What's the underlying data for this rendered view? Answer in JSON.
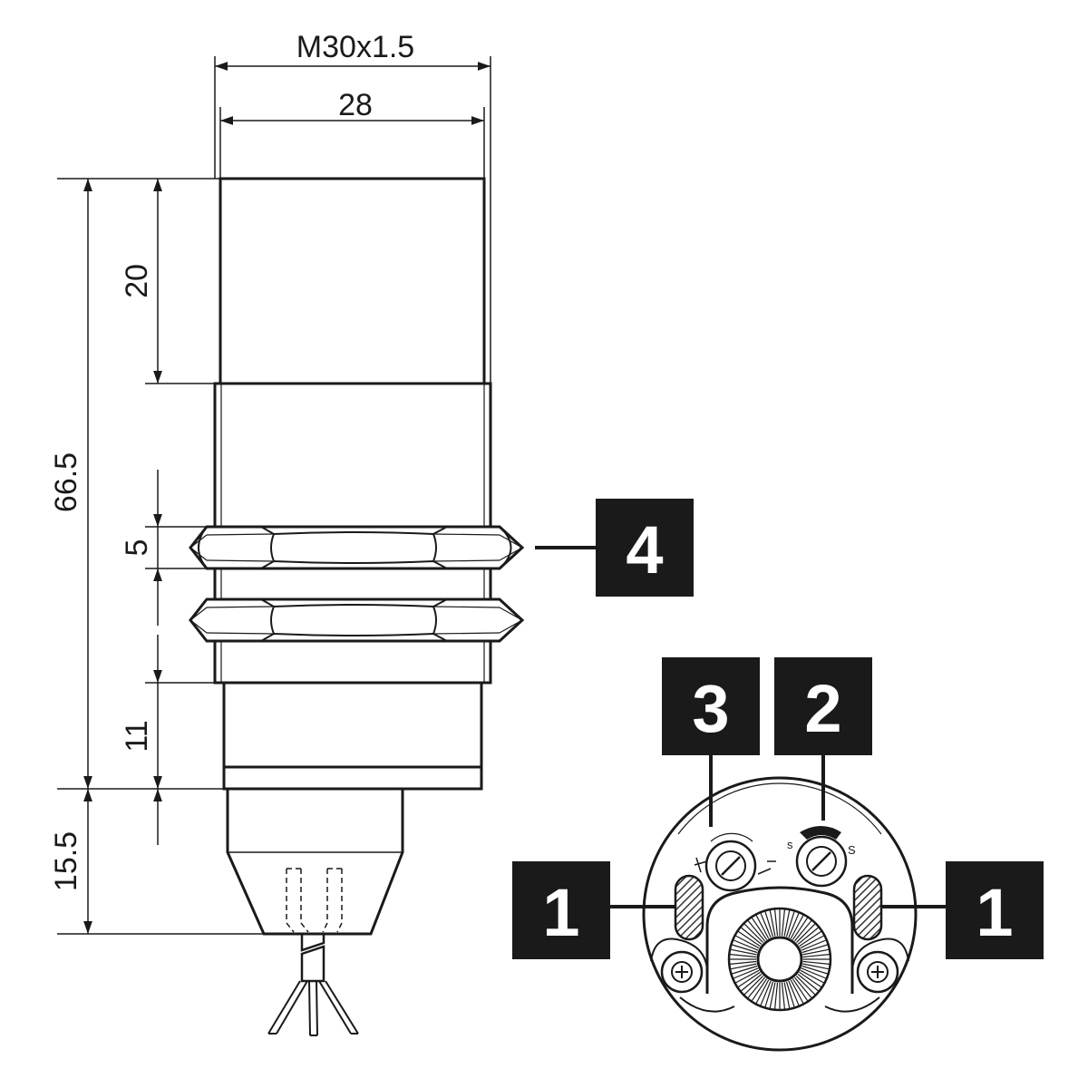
{
  "dimensions": {
    "thread": "M30x1.5",
    "width": "28",
    "front_length": "20",
    "total_length": "66.5",
    "nut_thickness": "5",
    "rear_length": "11",
    "cable_gland": "15.5"
  },
  "callouts": {
    "nut": "4",
    "potentiometer": "3",
    "switch": "2",
    "led_left": "1",
    "led_right": "1"
  },
  "switch_marks": {
    "left": "s",
    "right": "S"
  },
  "colors": {
    "line": "#1a1a1a",
    "callout_bg": "#1a1a1a",
    "callout_text": "#ffffff",
    "led_hatch": "#333333"
  }
}
